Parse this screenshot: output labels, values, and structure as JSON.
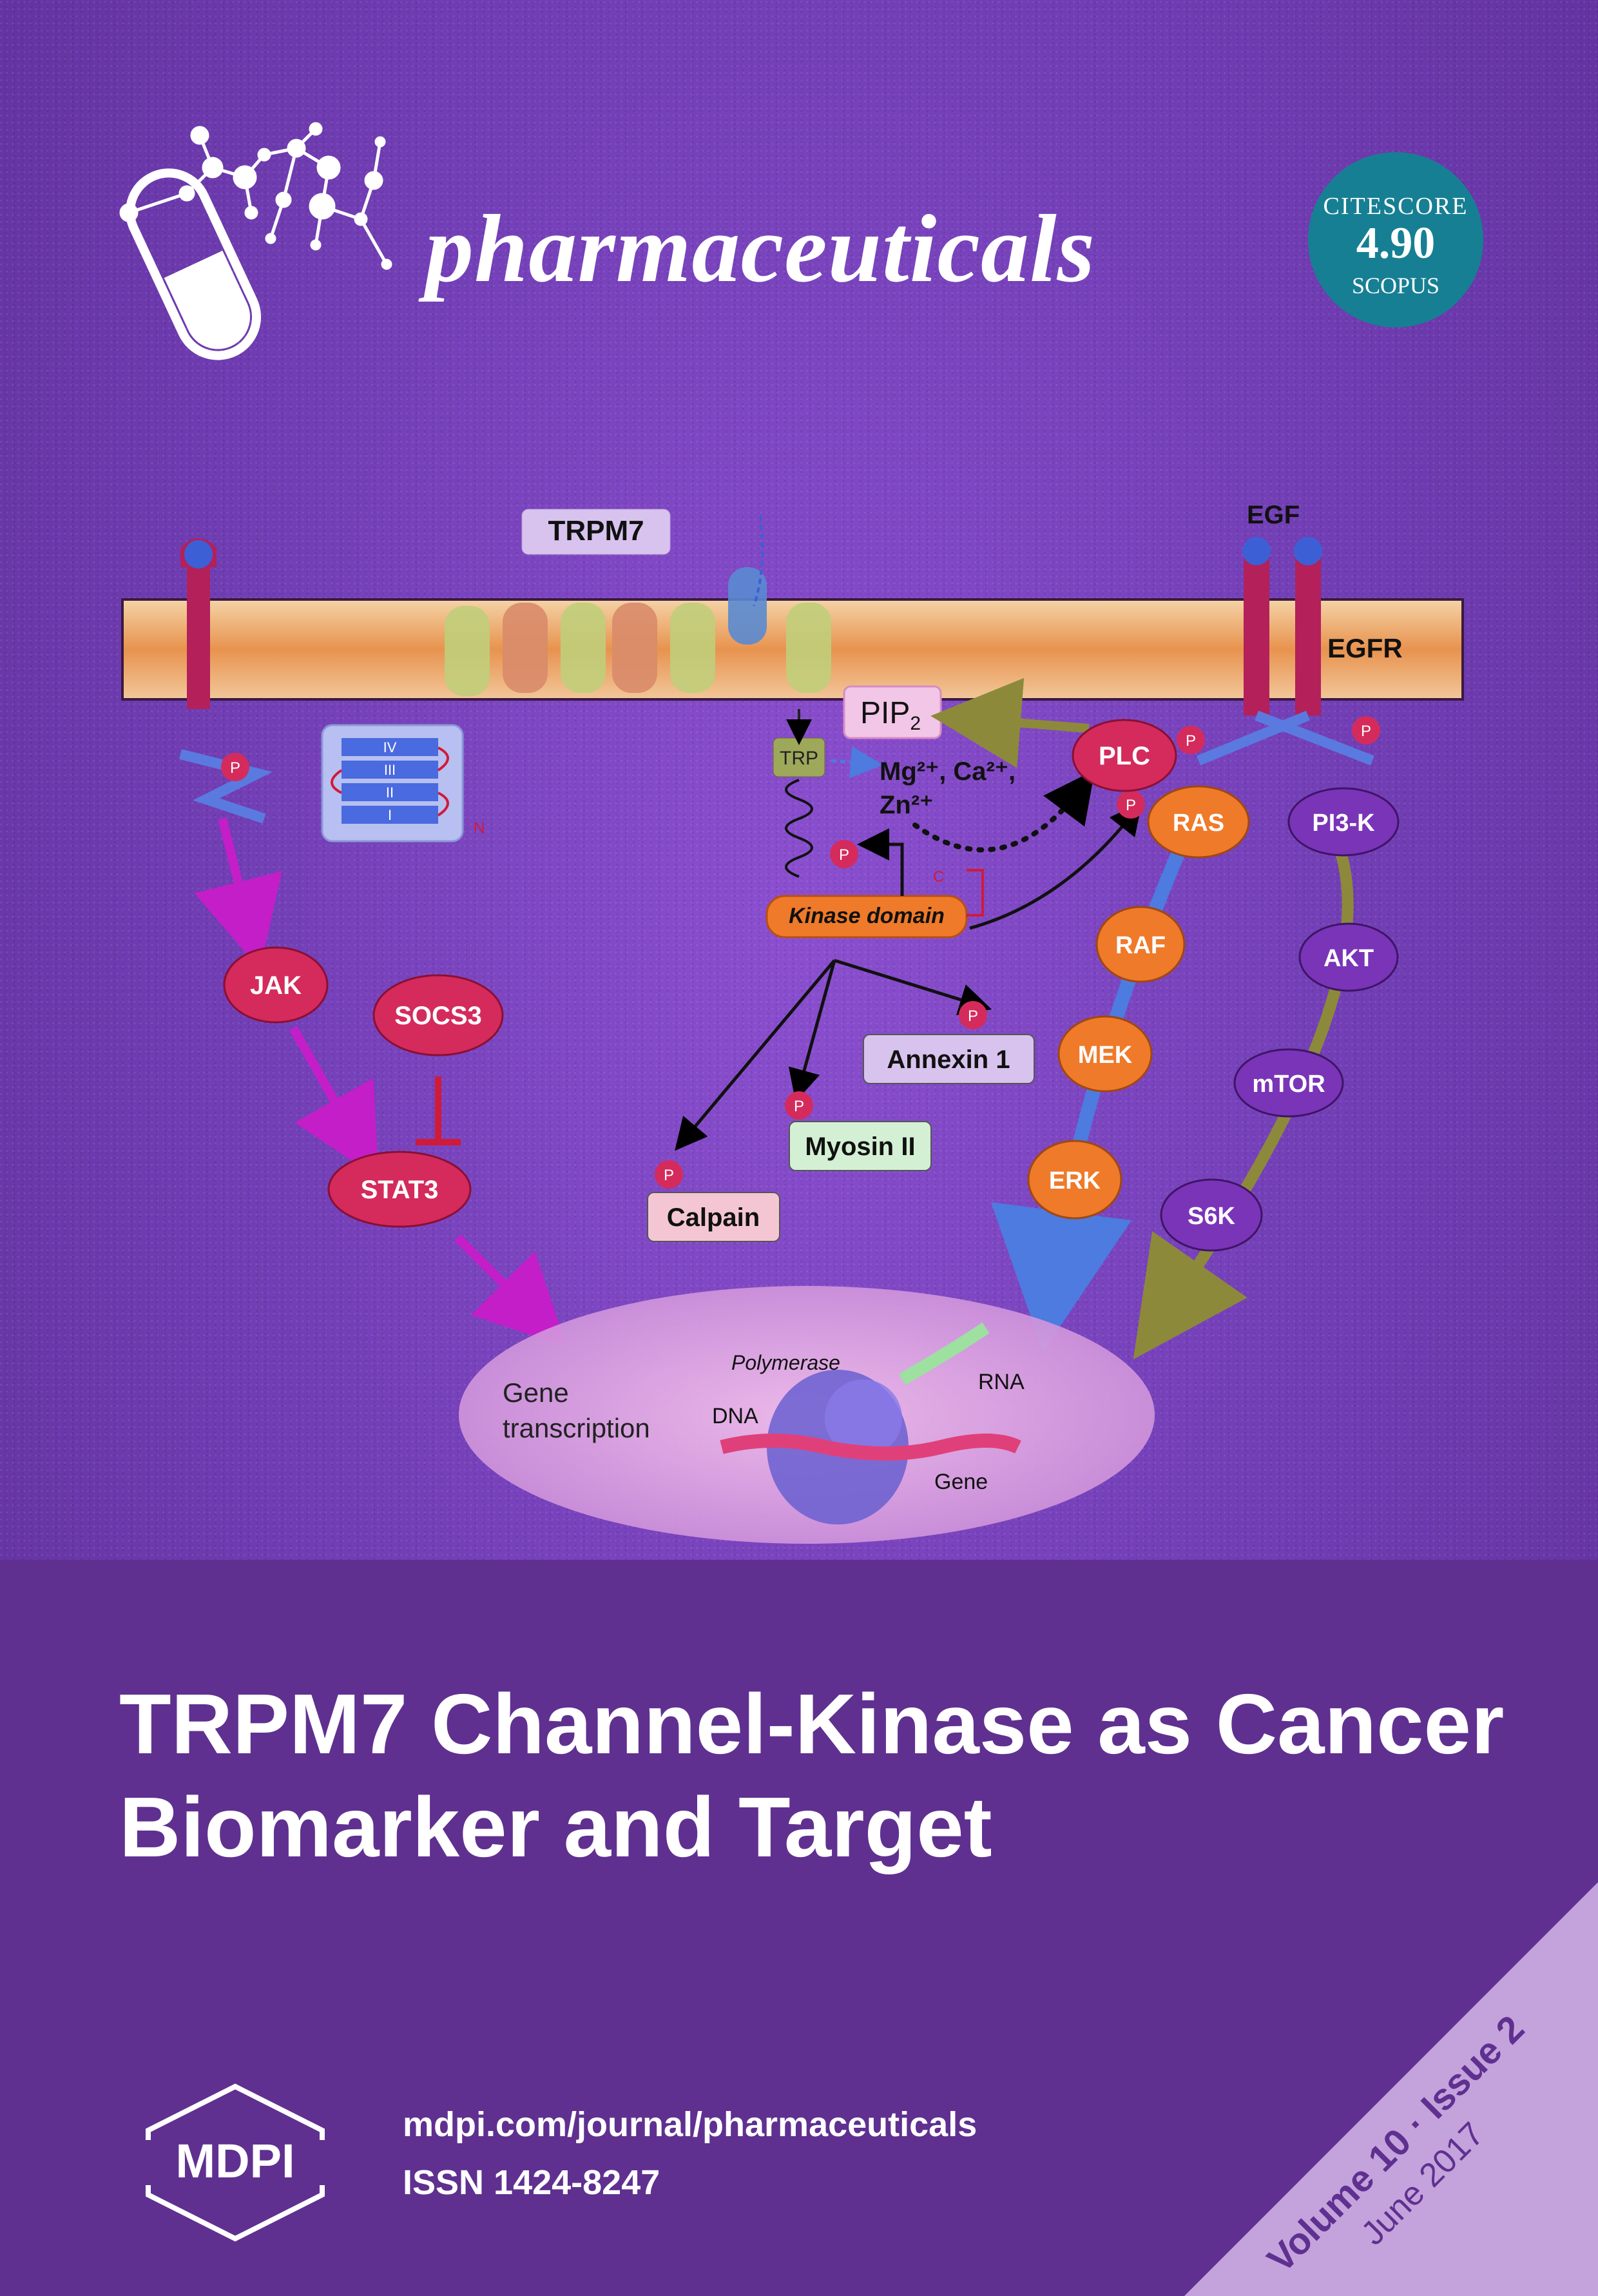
{
  "journal": {
    "name": "pharmaceuticals",
    "citescore_label": "CITESCORE",
    "citescore_value": "4.90",
    "citescore_source": "SCOPUS"
  },
  "diagram": {
    "trpm7": "TRPM7",
    "egf": "EGF",
    "egfr": "EGFR",
    "pip2": "PIP",
    "pip2_sub": "2",
    "trp": "TRP",
    "ions_line1": "Mg²⁺, Ca²⁺,",
    "ions_line2": "Zn²⁺",
    "kinase_domain": "Kinase domain",
    "c_term": "C",
    "n_term": "N",
    "domain_numerals": [
      "IV",
      "III",
      "II",
      "I"
    ],
    "plc": "PLC",
    "ras": "RAS",
    "raf": "RAF",
    "mek": "MEK",
    "erk": "ERK",
    "pi3k": "PI3-K",
    "akt": "AKT",
    "mtor": "mTOR",
    "s6k": "S6K",
    "jak": "JAK",
    "socs3": "SOCS3",
    "stat3": "STAT3",
    "annexin1": "Annexin 1",
    "myosin2": "Myosin II",
    "calpain": "Calpain",
    "p": "P",
    "gene_transcription_line1": "Gene",
    "gene_transcription_line2": "transcription",
    "polymerase": "Polymerase",
    "rna": "RNA",
    "dna": "DNA",
    "gene": "Gene"
  },
  "article": {
    "title_line1": "TRPM7 Channel-Kinase as Cancer",
    "title_line2": "Biomarker and Target"
  },
  "footer": {
    "publisher": "MDPI",
    "url": "mdpi.com/journal/pharmaceuticals",
    "issn": "ISSN 1424-8247",
    "volume_issue": "Volume 10 · Issue 2",
    "date": "June 2017"
  },
  "colors": {
    "background": "#7440b8",
    "bottom_band": "#5f3090",
    "citescore_badge": "#177f93",
    "corner_triangle": "#c4a3dc",
    "corner_text": "#5f3090",
    "red_node": "#d42b5c",
    "orange_node": "#ef7a2a",
    "purple_node": "#7a34b8"
  }
}
